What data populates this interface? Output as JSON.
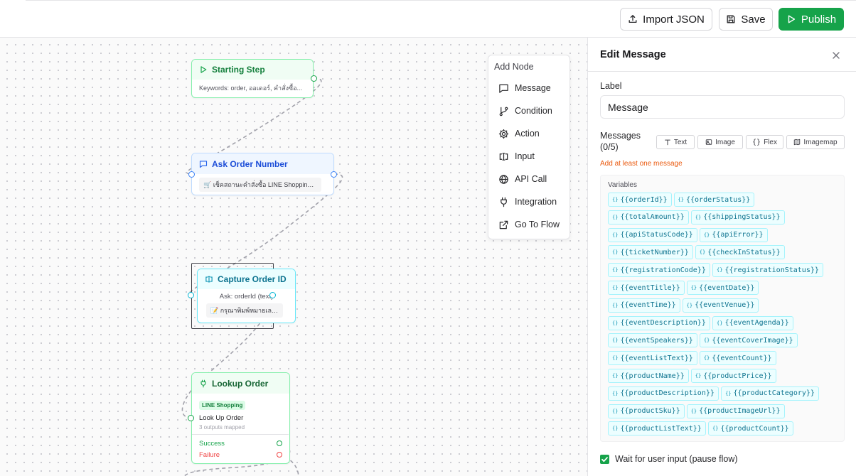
{
  "toolbar": {
    "import_label": "Import JSON",
    "save_label": "Save",
    "publish_label": "Publish"
  },
  "nodes": {
    "starting": {
      "title": "Starting Step",
      "subtitle": "Keywords: order, ออเดอร์, คำสั่งซื้อ..."
    },
    "ask": {
      "title": "Ask Order Number",
      "chip": "🛒 เช็คสถานะคำสั่งซื้อ LINE Shopping ..."
    },
    "capture": {
      "title": "Capture Order ID",
      "ask": "Ask: orderId (text)",
      "chip": "📝 กรุณาพิมพ์หมายเลข..."
    },
    "lookup": {
      "title": "Lookup Order",
      "badge": "LINE Shopping",
      "action": "Look Up Order",
      "mapped": "3 outputs mapped",
      "success": "Success",
      "failure": "Failure"
    }
  },
  "add_menu": {
    "title": "Add Node",
    "items": [
      {
        "label": "Message",
        "icon": "message-square-icon"
      },
      {
        "label": "Condition",
        "icon": "git-branch-icon"
      },
      {
        "label": "Action",
        "icon": "cog-icon"
      },
      {
        "label": "Input",
        "icon": "text-cursor-input-icon"
      },
      {
        "label": "API Call",
        "icon": "globe-icon"
      },
      {
        "label": "Integration",
        "icon": "plug-icon"
      },
      {
        "label": "Go To Flow",
        "icon": "external-link-icon"
      }
    ]
  },
  "panel": {
    "title": "Edit Message",
    "label_heading": "Label",
    "label_value": "Message",
    "messages_heading": "Messages",
    "messages_count": "(0/5)",
    "type_buttons": [
      "Text",
      "Image",
      "Flex",
      "Imagemap"
    ],
    "warning": "Add at least one message",
    "variables_heading": "Variables",
    "variables": [
      [
        "{{orderId}}",
        "{{orderStatus}}"
      ],
      [
        "{{totalAmount}}",
        "{{shippingStatus}}"
      ],
      [
        "{{apiStatusCode}}",
        "{{apiError}}"
      ],
      [
        "{{ticketNumber}}",
        "{{checkInStatus}}"
      ],
      [
        "{{registrationCode}}",
        "{{registrationStatus}}"
      ],
      [
        "{{eventTitle}}",
        "{{eventDate}}"
      ],
      [
        "{{eventTime}}",
        "{{eventVenue}}"
      ],
      [
        "{{eventDescription}}",
        "{{eventAgenda}}"
      ],
      [
        "{{eventSpeakers}}",
        "{{eventCoverImage}}"
      ],
      [
        "{{eventListText}}",
        "{{eventCount}}"
      ],
      [
        "{{productName}}",
        "{{productPrice}}"
      ],
      [
        "{{productDescription}}",
        "{{productCategory}}"
      ],
      [
        "{{productSku}}",
        "{{productImageUrl}}"
      ],
      [
        "{{productListText}}",
        "{{productCount}}"
      ]
    ],
    "variable_icon": "{}",
    "wait_label": "Wait for user input (pause flow)",
    "wait_checked": true
  },
  "colors": {
    "primary": "#16a34a",
    "variable_text": "#0e7490",
    "warning": "#ea580c",
    "node_start_border": "#86efac",
    "node_message_head": "#eff6ff",
    "node_input_border": "#67e8f9"
  }
}
